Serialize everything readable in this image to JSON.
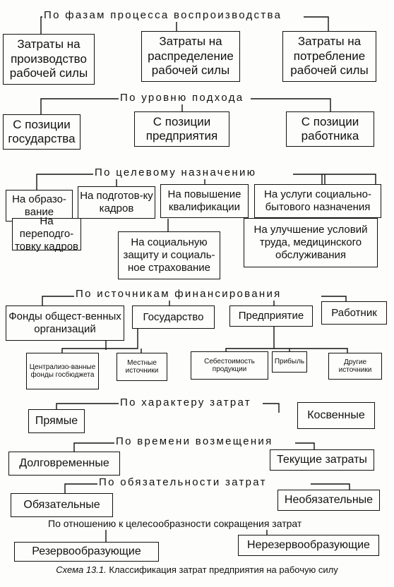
{
  "sections": [
    {
      "heading": "По фазам процесса воспроизводства",
      "items": [
        "Затраты на производство рабочей силы",
        "Затраты на распределение рабочей силы",
        "Затраты на потребление рабочей силы"
      ]
    },
    {
      "heading": "По уровню подхода",
      "items": [
        "С позиции государства",
        "С позиции предприятия",
        "С позиции работника"
      ]
    },
    {
      "heading": "По целевому назначению",
      "items": [
        "На образо-вание",
        "На подготов-ку кадров",
        "На повышение квалификации",
        "На услуги социально-бытового назначения",
        "На переподго-товку кадров",
        "На социальную защиту и социаль-ное страхование",
        "На улучшение условий труда, медицинского обслуживания"
      ]
    },
    {
      "heading": "По источникам финансирования",
      "items": [
        "Фонды общест-венных организаций",
        "Государство",
        "Предприятие",
        "Работник"
      ],
      "subitems": [
        "Централизо-ванные фонды госбюджета",
        "Местные источники",
        "Себестоимость продукции",
        "Прибыль",
        "Другие источники"
      ]
    },
    {
      "heading": "По характеру затрат",
      "items": [
        "Прямые",
        "Косвенные"
      ]
    },
    {
      "heading": "По времени возмещения",
      "items": [
        "Долговременные",
        "Текущие затраты"
      ]
    },
    {
      "heading": "По обязательности затрат",
      "items": [
        "Обязательные",
        "Необязательные"
      ]
    },
    {
      "heading": "По отношению к целесообразности сокращения затрат",
      "items": [
        "Резервообразующие",
        "Нерезервообразующие"
      ]
    }
  ],
  "caption": {
    "lead": "Схема 13.1.",
    "text": "Классификация затрат предприятия на рабочую силу"
  }
}
